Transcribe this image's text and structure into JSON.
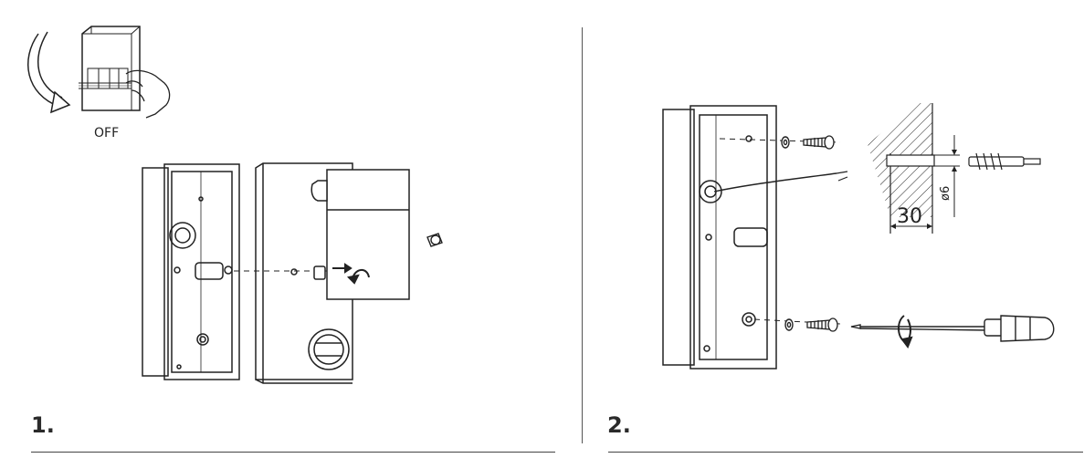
{
  "steps": [
    {
      "number": "1.",
      "switch_label": "OFF"
    },
    {
      "number": "2.",
      "dim_width": "30",
      "dim_diameter": "ø6"
    }
  ],
  "colors": {
    "line": "#222222",
    "rule": "#444444",
    "background": "#ffffff"
  }
}
